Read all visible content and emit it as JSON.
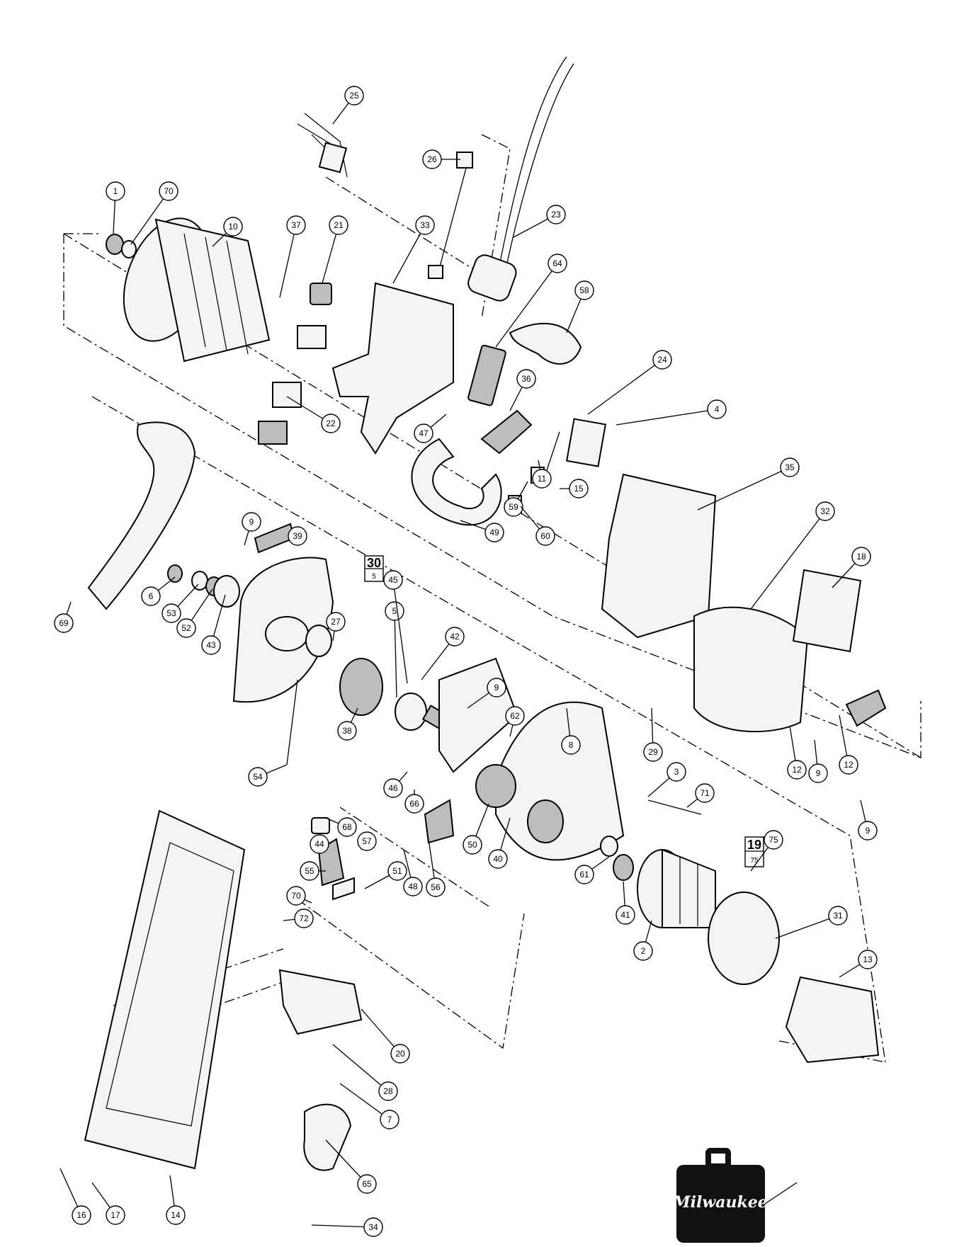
{
  "brand": {
    "logo_text": "Milwaukee",
    "logo_bg": "#111111",
    "logo_fg": "#ffffff"
  },
  "boxed_refs": [
    {
      "main": "30",
      "sub": "5"
    },
    {
      "main": "19",
      "sub": "75"
    }
  ],
  "callouts": [
    "1",
    "70",
    "10",
    "37",
    "21",
    "25",
    "26",
    "33",
    "23",
    "64",
    "58",
    "24",
    "4",
    "22",
    "47",
    "36",
    "11",
    "59",
    "15",
    "35",
    "49",
    "60",
    "32",
    "18",
    "9",
    "6",
    "53",
    "52",
    "43",
    "39",
    "27",
    "5",
    "45",
    "42",
    "9",
    "62",
    "8",
    "29",
    "12",
    "38",
    "54",
    "46",
    "66",
    "50",
    "40",
    "3",
    "71",
    "68",
    "44",
    "57",
    "48",
    "56",
    "51",
    "55",
    "70",
    "72",
    "61",
    "41",
    "2",
    "75",
    "31",
    "13",
    "20",
    "28",
    "7",
    "65",
    "34",
    "16",
    "17",
    "14",
    "69",
    "9",
    "9",
    "12"
  ]
}
